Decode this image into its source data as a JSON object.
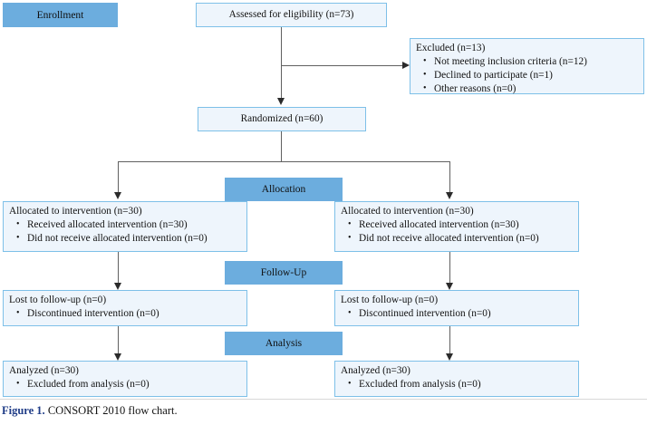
{
  "figure": {
    "number_label": "Figure 1.",
    "caption_text": "CONSORT 2010 flow chart.",
    "number_color": "#1f3c87"
  },
  "colors": {
    "stage_fill": "#6cadde",
    "node_fill": "#eef5fc",
    "node_border": "#7ec0e8",
    "connector": "#606060",
    "text": "#121212"
  },
  "stages": {
    "enrollment": "Enrollment",
    "allocation": "Allocation",
    "followup": "Follow-Up",
    "analysis": "Analysis"
  },
  "nodes": {
    "assessed": {
      "title": "Assessed for eligibility (n=73)"
    },
    "excluded": {
      "title": "Excluded (n=13)",
      "items": [
        "Not meeting inclusion criteria (n=12)",
        "Declined to participate (n=1)",
        "Other reasons (n=0)"
      ]
    },
    "randomized": {
      "title": "Randomized (n=60)"
    },
    "allocation_left": {
      "title": "Allocated to intervention (n=30)",
      "items": [
        "Received allocated intervention (n=30)",
        "Did not receive allocated intervention (n=0)"
      ]
    },
    "allocation_right": {
      "title": "Allocated to intervention (n=30)",
      "items": [
        "Received allocated intervention (n=30)",
        "Did not receive allocated intervention (n=0)"
      ]
    },
    "followup_left": {
      "title": "Lost to follow-up (n=0)",
      "items": [
        "Discontinued intervention (n=0)"
      ]
    },
    "followup_right": {
      "title": "Lost to follow-up (n=0)",
      "items": [
        "Discontinued intervention (n=0)"
      ]
    },
    "analysis_left": {
      "title": "Analyzed (n=30)",
      "items": [
        "Excluded from analysis (n=0)"
      ]
    },
    "analysis_right": {
      "title": "Analyzed (n=30)",
      "items": [
        "Excluded from analysis (n=0)"
      ]
    }
  },
  "chart_data": {
    "type": "diagram",
    "title": "CONSORT 2010 flow chart",
    "stages": [
      "Enrollment",
      "Allocation",
      "Follow-Up",
      "Analysis"
    ],
    "flow": [
      {
        "stage": "Enrollment",
        "node": "Assessed for eligibility",
        "n": 73
      },
      {
        "stage": "Enrollment",
        "node": "Excluded",
        "n": 13,
        "breakdown": [
          {
            "reason": "Not meeting inclusion criteria",
            "n": 12
          },
          {
            "reason": "Declined to participate",
            "n": 1
          },
          {
            "reason": "Other reasons",
            "n": 0
          }
        ]
      },
      {
        "stage": "Enrollment",
        "node": "Randomized",
        "n": 60
      },
      {
        "stage": "Allocation",
        "arm": "left",
        "node": "Allocated to intervention",
        "n": 30,
        "breakdown": [
          {
            "reason": "Received allocated intervention",
            "n": 30
          },
          {
            "reason": "Did not receive allocated intervention",
            "n": 0
          }
        ]
      },
      {
        "stage": "Allocation",
        "arm": "right",
        "node": "Allocated to intervention",
        "n": 30,
        "breakdown": [
          {
            "reason": "Received allocated intervention",
            "n": 30
          },
          {
            "reason": "Did not receive allocated intervention",
            "n": 0
          }
        ]
      },
      {
        "stage": "Follow-Up",
        "arm": "left",
        "node": "Lost to follow-up",
        "n": 0,
        "breakdown": [
          {
            "reason": "Discontinued intervention",
            "n": 0
          }
        ]
      },
      {
        "stage": "Follow-Up",
        "arm": "right",
        "node": "Lost to follow-up",
        "n": 0,
        "breakdown": [
          {
            "reason": "Discontinued intervention",
            "n": 0
          }
        ]
      },
      {
        "stage": "Analysis",
        "arm": "left",
        "node": "Analyzed",
        "n": 30,
        "breakdown": [
          {
            "reason": "Excluded from analysis",
            "n": 0
          }
        ]
      },
      {
        "stage": "Analysis",
        "arm": "right",
        "node": "Analyzed",
        "n": 30,
        "breakdown": [
          {
            "reason": "Excluded from analysis",
            "n": 0
          }
        ]
      }
    ]
  }
}
